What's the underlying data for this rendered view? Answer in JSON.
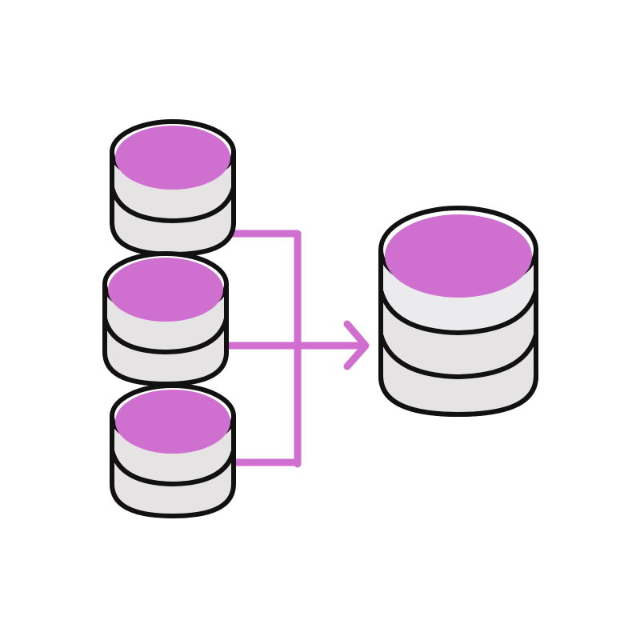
{
  "illustration": {
    "colors": {
      "outline": "#111111",
      "top_fill": "#cf6fcf",
      "body_fill": "#e6e3e4",
      "band_light": "#ebeaec",
      "connector": "#d16fd0",
      "background": "#ffffff"
    },
    "icons": {
      "sources": [
        "database-icon",
        "database-icon",
        "database-icon"
      ],
      "merge": "merge-connector-icon",
      "arrow": "arrow-right-icon",
      "target": "database-icon"
    },
    "source_databases": [
      {
        "name": "source-database-1",
        "bands": 2
      },
      {
        "name": "source-database-2",
        "bands": 2
      },
      {
        "name": "source-database-3",
        "bands": 2
      }
    ],
    "target_database": {
      "name": "target-database",
      "bands": 3
    }
  }
}
